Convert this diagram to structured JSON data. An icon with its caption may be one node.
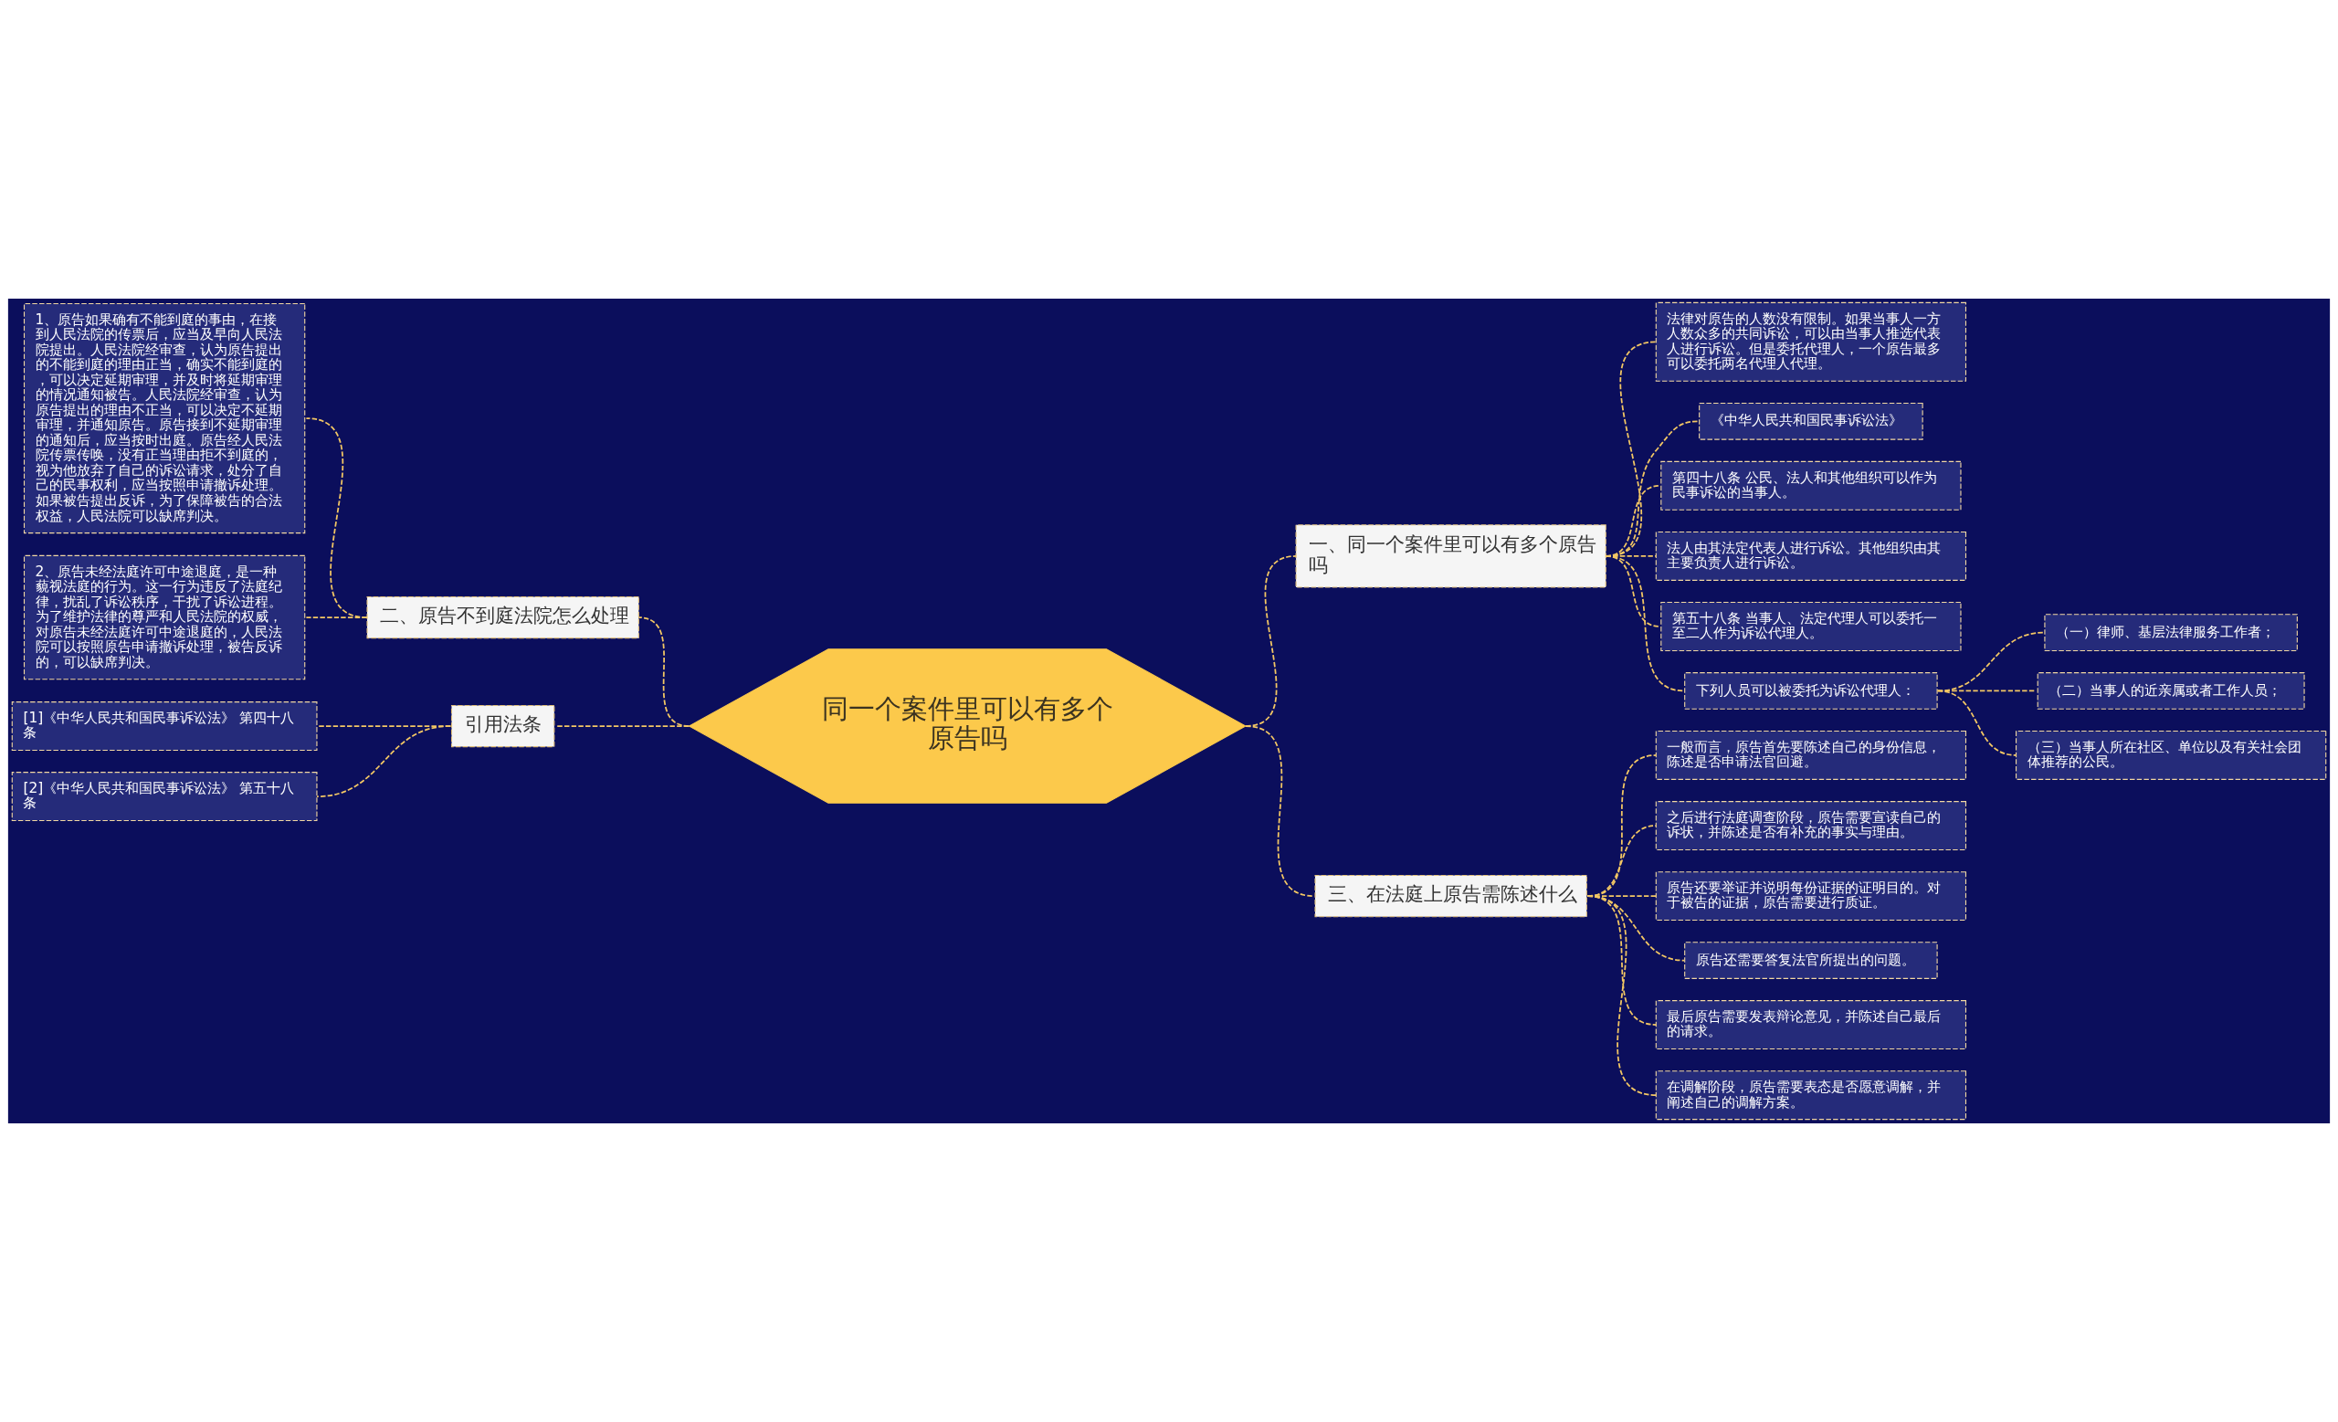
{
  "diagram": {
    "nodes": [
      {
        "text": [
          "同一个案件里可以有多个原告吗"
        ]
      },
      {
        "text": [
          "一、同一个案件里可以有多个原告吗"
        ]
      },
      {
        "text": [
          "法律对原告的人数没有限制。如果当事人一方人数众多的共同诉讼，可以由当事人推选代表人进行诉讼。但是委托代理人，一个原告最多可以委托两名代理人代理。"
        ]
      },
      {
        "text": [
          "《中华人民共和国民事诉讼法》"
        ]
      },
      {
        "text": [
          "第四十八条 公民、法人和其他组织可以作为民事诉讼的当事人。"
        ]
      },
      {
        "text": [
          "法人由其法定代表人进行诉讼。其他组织由其主要负责人进行诉讼。"
        ]
      },
      {
        "text": [
          "第五十八条 当事人、法定代理人可以委托一至二人作为诉讼代理人。"
        ]
      },
      {
        "text": [
          "下列人员可以被委托为诉讼代理人："
        ]
      },
      {
        "text": [
          "（一）律师、基层法律服务工作者；"
        ]
      },
      {
        "text": [
          "（二）当事人的近亲属或者工作人员；"
        ]
      },
      {
        "text": [
          "（三）当事人所在社区、单位以及有关社会团体推荐的公民。"
        ]
      },
      {
        "text": [
          "三、在法庭上原告需陈述什么"
        ]
      },
      {
        "text": [
          "一般而言，原告首先要陈述自己的身份信息，陈述是否申请法官回避。"
        ]
      },
      {
        "text": [
          "之后进行法庭调查阶段，原告需要宣读自己的诉状，并陈述是否有补充的事实与理由。"
        ]
      },
      {
        "text": [
          "原告还要举证并说明每份证据的证明目的。对于被告的证据，原告需要进行质证。"
        ]
      },
      {
        "text": [
          "原告还需要答复法官所提出的问题。"
        ]
      },
      {
        "text": [
          "最后原告需要发表辩论意见，并陈述自己最后的请求。"
        ]
      },
      {
        "text": [
          "在调解阶段，原告需要表态是否愿意调解，并阐述自己的调解方案。"
        ]
      },
      {
        "text": [
          "二、原告不到庭法院怎么处理"
        ]
      },
      {
        "text": [
          "1、原告如果确有不能到庭的事由，在接到人民法院的传票后，应当及早向人民法院提出。人民法院经审查，认为原告提出的不能到庭的理由正当，确实不能到庭的，可以决定延期审理，并及时将延期审理的情况通知被告。人民法院经审查，认为原告提出的理由不正当，可以决定不延期审理，并通知原告。原告接到不延期审理的通知后，应当按时出庭。原告经人民法院传票传唤，没有正当理由拒不到庭的，视为他放弃了自己的诉讼请求，处分了自己的民事权利，应当按照申请撤诉处理。如果被告提出反诉，为了保障被告的合法权益，人民法院可以缺席判决。"
        ]
      },
      {
        "text": [
          "2、原告未经法庭许可中途退庭，是一种藐视法庭的行为。这一行为违反了法庭纪律，扰乱了诉讼秩序，干扰了诉讼进程。为了维护法律的尊严和人民法院的权威，对原告未经法庭许可中途退庭的，人民法院可以按照原告申请撤诉处理，被告反诉的，可以缺席判决。"
        ]
      },
      {
        "text": [
          "引用法条"
        ]
      },
      {
        "text": [
          "[1]《中华人民共和国民事诉讼法》 第四十八条"
        ]
      },
      {
        "text": [
          "[2]《中华人民共和国民事诉讼法》 第五十八条"
        ]
      }
    ],
    "edges": [
      {
        "from": 0,
        "to": 1,
        "arrow": "none",
        "style": "dashed"
      },
      {
        "from": 1,
        "to": 2,
        "arrow": "none",
        "style": "dashed"
      },
      {
        "from": 1,
        "to": 3,
        "arrow": "none",
        "style": "dashed"
      },
      {
        "from": 1,
        "to": 4,
        "arrow": "none",
        "style": "dashed"
      },
      {
        "from": 1,
        "to": 5,
        "arrow": "none",
        "style": "dashed"
      },
      {
        "from": 1,
        "to": 6,
        "arrow": "none",
        "style": "dashed"
      },
      {
        "from": 1,
        "to": 7,
        "arrow": "none",
        "style": "dashed"
      },
      {
        "from": 7,
        "to": 8,
        "arrow": "none",
        "style": "dashed"
      },
      {
        "from": 7,
        "to": 9,
        "arrow": "none",
        "style": "dashed"
      },
      {
        "from": 7,
        "to": 10,
        "arrow": "none",
        "style": "dashed"
      },
      {
        "from": 0,
        "to": 11,
        "arrow": "none",
        "style": "dashed"
      },
      {
        "from": 11,
        "to": 12,
        "arrow": "none",
        "style": "dashed"
      },
      {
        "from": 11,
        "to": 13,
        "arrow": "none",
        "style": "dashed"
      },
      {
        "from": 11,
        "to": 14,
        "arrow": "none",
        "style": "dashed"
      },
      {
        "from": 11,
        "to": 15,
        "arrow": "none",
        "style": "dashed"
      },
      {
        "from": 11,
        "to": 16,
        "arrow": "none",
        "style": "dashed"
      },
      {
        "from": 11,
        "to": 17,
        "arrow": "none",
        "style": "dashed"
      },
      {
        "from": 0,
        "to": 18,
        "arrow": "none",
        "style": "dashed"
      },
      {
        "from": 18,
        "to": 19,
        "arrow": "none",
        "style": "dashed"
      },
      {
        "from": 18,
        "to": 20,
        "arrow": "none",
        "style": "dashed"
      },
      {
        "from": 0,
        "to": 21,
        "arrow": "none",
        "style": "dashed"
      },
      {
        "from": 21,
        "to": 22,
        "arrow": "none",
        "style": "dashed"
      },
      {
        "from": 21,
        "to": 23,
        "arrow": "none",
        "style": "dashed"
      }
    ]
  }
}
